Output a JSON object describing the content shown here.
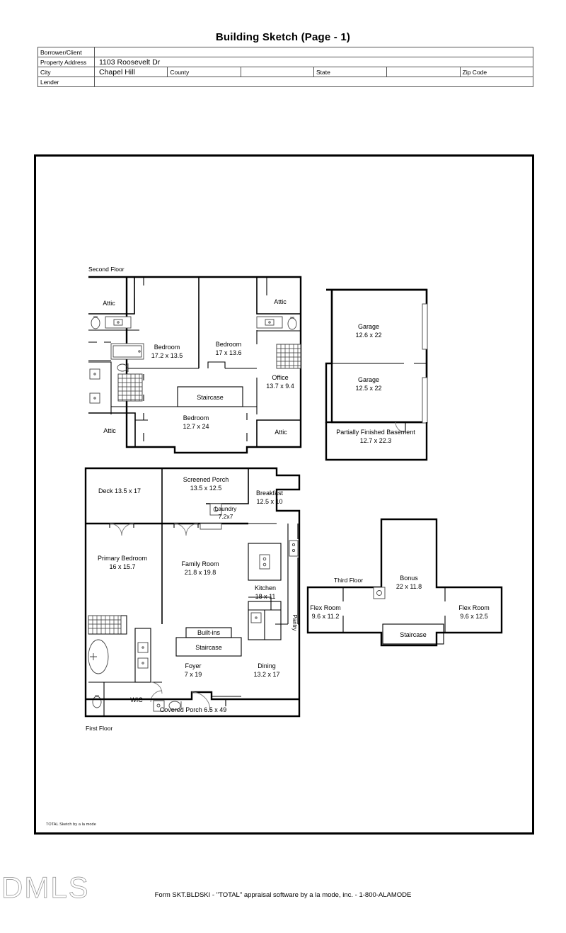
{
  "document": {
    "title": "Building Sketch (Page - 1)",
    "total_credit": "TOTAL Sketch by a la mode",
    "form_footer": "Form SKT.BLDSKI - \"TOTAL\" appraisal software by a la mode, inc. - 1-800-ALAMODE",
    "watermark": "DMLS"
  },
  "info_table": {
    "rows": [
      {
        "label": "Borrower/Client",
        "value": ""
      },
      {
        "label": "Property Address",
        "value": "1103 Roosevelt Dr"
      },
      {
        "label": "City",
        "value": "Chapel Hill",
        "label2": "County",
        "value2": "",
        "label3": "State",
        "value3": "",
        "label4": "Zip Code",
        "value4": ""
      },
      {
        "label": "Lender",
        "value": ""
      }
    ],
    "borrower_label": "Borrower/Client",
    "borrower_value": "",
    "property_address_label": "Property Address",
    "property_address_value": "1103 Roosevelt Dr",
    "city_label": "City",
    "city_value": "Chapel Hill",
    "county_label": "County",
    "county_value": "",
    "state_label": "State",
    "state_value": "",
    "zip_label": "Zip Code",
    "zip_value": "",
    "lender_label": "Lender",
    "lender_value": ""
  },
  "floors": {
    "second": {
      "name": "Second Floor",
      "rooms": [
        {
          "name": "Attic",
          "dims": ""
        },
        {
          "name": "Bedroom",
          "dims": "17.2 x 13.5"
        },
        {
          "name": "Bedroom",
          "dims": "17 x 13.6"
        },
        {
          "name": "Attic",
          "dims": ""
        },
        {
          "name": "Office",
          "dims": "13.7 x 9.4"
        },
        {
          "name": "Staircase",
          "dims": ""
        },
        {
          "name": "Bedroom",
          "dims": "12.7 x 24"
        },
        {
          "name": "Attic",
          "dims": ""
        },
        {
          "name": "Attic",
          "dims": ""
        }
      ],
      "attic_1": "Attic",
      "attic_2": "Attic",
      "attic_3": "Attic",
      "attic_4": "Attic",
      "bedroom_1_name": "Bedroom",
      "bedroom_1_dims": "17.2 x 13.5",
      "bedroom_2_name": "Bedroom",
      "bedroom_2_dims": "17 x 13.6",
      "bedroom_3_name": "Bedroom",
      "bedroom_3_dims": "12.7 x 24",
      "office_name": "Office",
      "office_dims": "13.7 x 9.4",
      "staircase": "Staircase"
    },
    "garage_basement": {
      "garage_1_name": "Garage",
      "garage_1_dims": "12.6 x 22",
      "garage_2_name": "Garage",
      "garage_2_dims": "12.5 x 22",
      "basement_name": "Partially Finished Basement",
      "basement_dims": "12.7 x 22.3"
    },
    "first": {
      "name": "First Floor",
      "deck": "Deck 13.5 x 17",
      "screened_porch_name": "Screened Porch",
      "screened_porch_dims": "13.5 x 12.5",
      "laundry_name": "Laundry",
      "laundry_dims": "7.2x7",
      "breakfast_name": "Breakfast",
      "breakfast_dims": "12.5 x 10",
      "primary_bedroom_name": "Primary Bedroom",
      "primary_bedroom_dims": "16 x 15.7",
      "family_room_name": "Family Room",
      "family_room_dims": "21.8 x 19.8",
      "kitchen_name": "Kitchen",
      "kitchen_dims": "18 x 11",
      "pantry": "Pantry",
      "built_ins": "Built-ins",
      "staircase": "Staircase",
      "foyer_name": "Foyer",
      "foyer_dims": "7 x 19",
      "dining_name": "Dining",
      "dining_dims": "13.2 x 17",
      "wic": "WIC",
      "covered_porch": "Covered Porch 6.5 x 49"
    },
    "third": {
      "name": "Third Floor",
      "bonus_name": "Bonus",
      "bonus_dims": "22 x 11.8",
      "flex_1_name": "Flex Room",
      "flex_1_dims": "9.6 x 11.2",
      "flex_2_name": "Flex Room",
      "flex_2_dims": "9.6 x 12.5",
      "staircase": "Staircase"
    }
  },
  "colors": {
    "wall": "#000000",
    "fixture": "#444444",
    "door_arc": "#777777",
    "watermark": "#8e8e8e",
    "page_bg": "#ffffff"
  }
}
